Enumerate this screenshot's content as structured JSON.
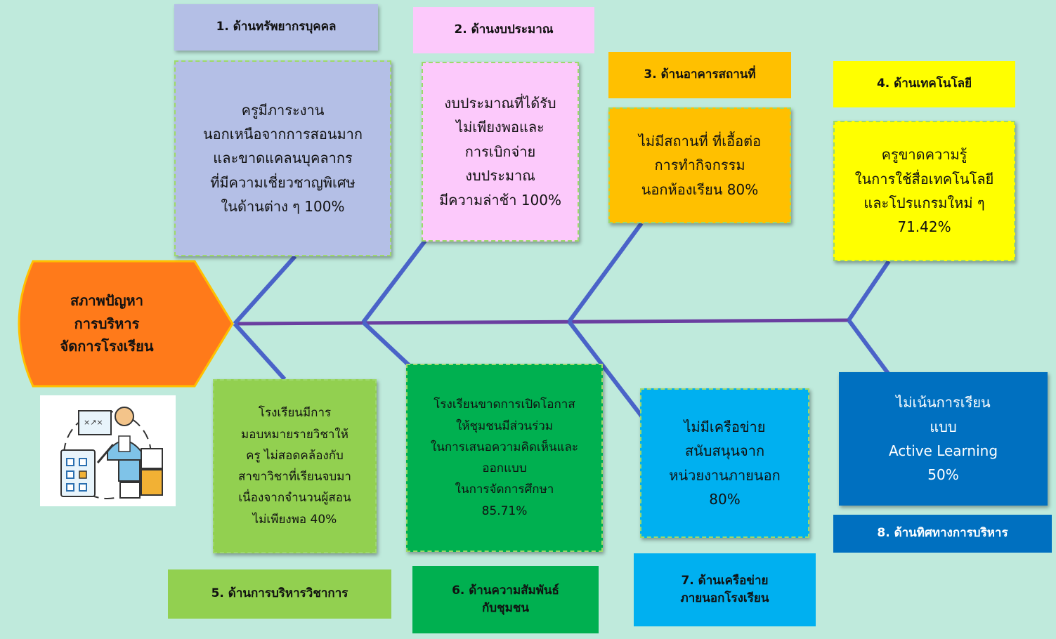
{
  "head": {
    "lines": [
      "สภาพปัญหา",
      "การบริหาร",
      "จัดการโรงเรียน"
    ]
  },
  "categories": [
    {
      "title": "1. ด้านทรัพยากรบุคคล",
      "lines": [
        "ครูมีภาระงาน",
        "นอกเหนือจากการสอนมาก",
        "และขาดแคลนบุคลากร",
        "ที่มีความเชี่ยวชาญพิเศษ",
        "ในด้านต่าง ๆ 100%"
      ]
    },
    {
      "title": "2. ด้านงบประมาณ",
      "lines": [
        "งบประมาณที่ได้รับ",
        "ไม่เพียงพอและ",
        "การเบิกจ่าย",
        "งบประมาณ",
        "มีความล่าช้า 100%"
      ]
    },
    {
      "title": "3. ด้านอาคารสถานที่",
      "lines": [
        "ไม่มีสถานที่ ที่เอื้อต่อ",
        "การทำกิจกรรม",
        "นอกห้องเรียน 80%"
      ]
    },
    {
      "title": "4. ด้านเทคโนโลยี",
      "lines": [
        "ครูขาดความรู้",
        "ในการใช้สื่อเทคโนโลยี",
        "และโปรแกรมใหม่ ๆ",
        "71.42%"
      ]
    },
    {
      "title": "5. ด้านการบริหารวิชาการ",
      "lines": [
        "โรงเรียนมีการ",
        "มอบหมายรายวิชาให้",
        "ครู ไม่สอดคล้องกับ",
        "สาขาวิชาที่เรียนจบมา",
        "เนื่องจากจำนวนผู้สอน",
        "ไม่เพียงพอ 40%"
      ]
    },
    {
      "title_lines": [
        "6. ด้านความสัมพันธ์",
        "กับชุมชน"
      ],
      "lines": [
        "โรงเรียนขาดการเปิดโอกาส",
        "ให้ชุมชนมีส่วนร่วม",
        "ในการเสนอความคิดเห็นและ",
        "ออกแบบ",
        "ในการจัดการศึกษา",
        "85.71%"
      ]
    },
    {
      "title_lines": [
        "7. ด้านเครือข่าย",
        "ภายนอกโรงเรียน"
      ],
      "lines": [
        "ไม่มีเครือข่าย",
        "สนับสนุนจาก",
        "หน่วยงานภายนอก",
        "80%"
      ]
    },
    {
      "title": "8. ด้านทิศทางการบริหาร",
      "lines": [
        "ไม่เน้นการเรียน",
        "แบบ",
        "Active Learning",
        "50%"
      ]
    }
  ],
  "colors": {
    "background": "#bfeadc",
    "spine": "#6a3fa0",
    "bones": "#4a63c8",
    "head": "#ff7a1a",
    "cat1": "#b4bfe6",
    "cat2": "#fcc9fb",
    "cat3": "#ffc000",
    "cat4": "#ffff00",
    "cat5": "#92d050",
    "cat6": "#00b050",
    "cat7": "#00b0f0",
    "cat8": "#0070c0"
  }
}
